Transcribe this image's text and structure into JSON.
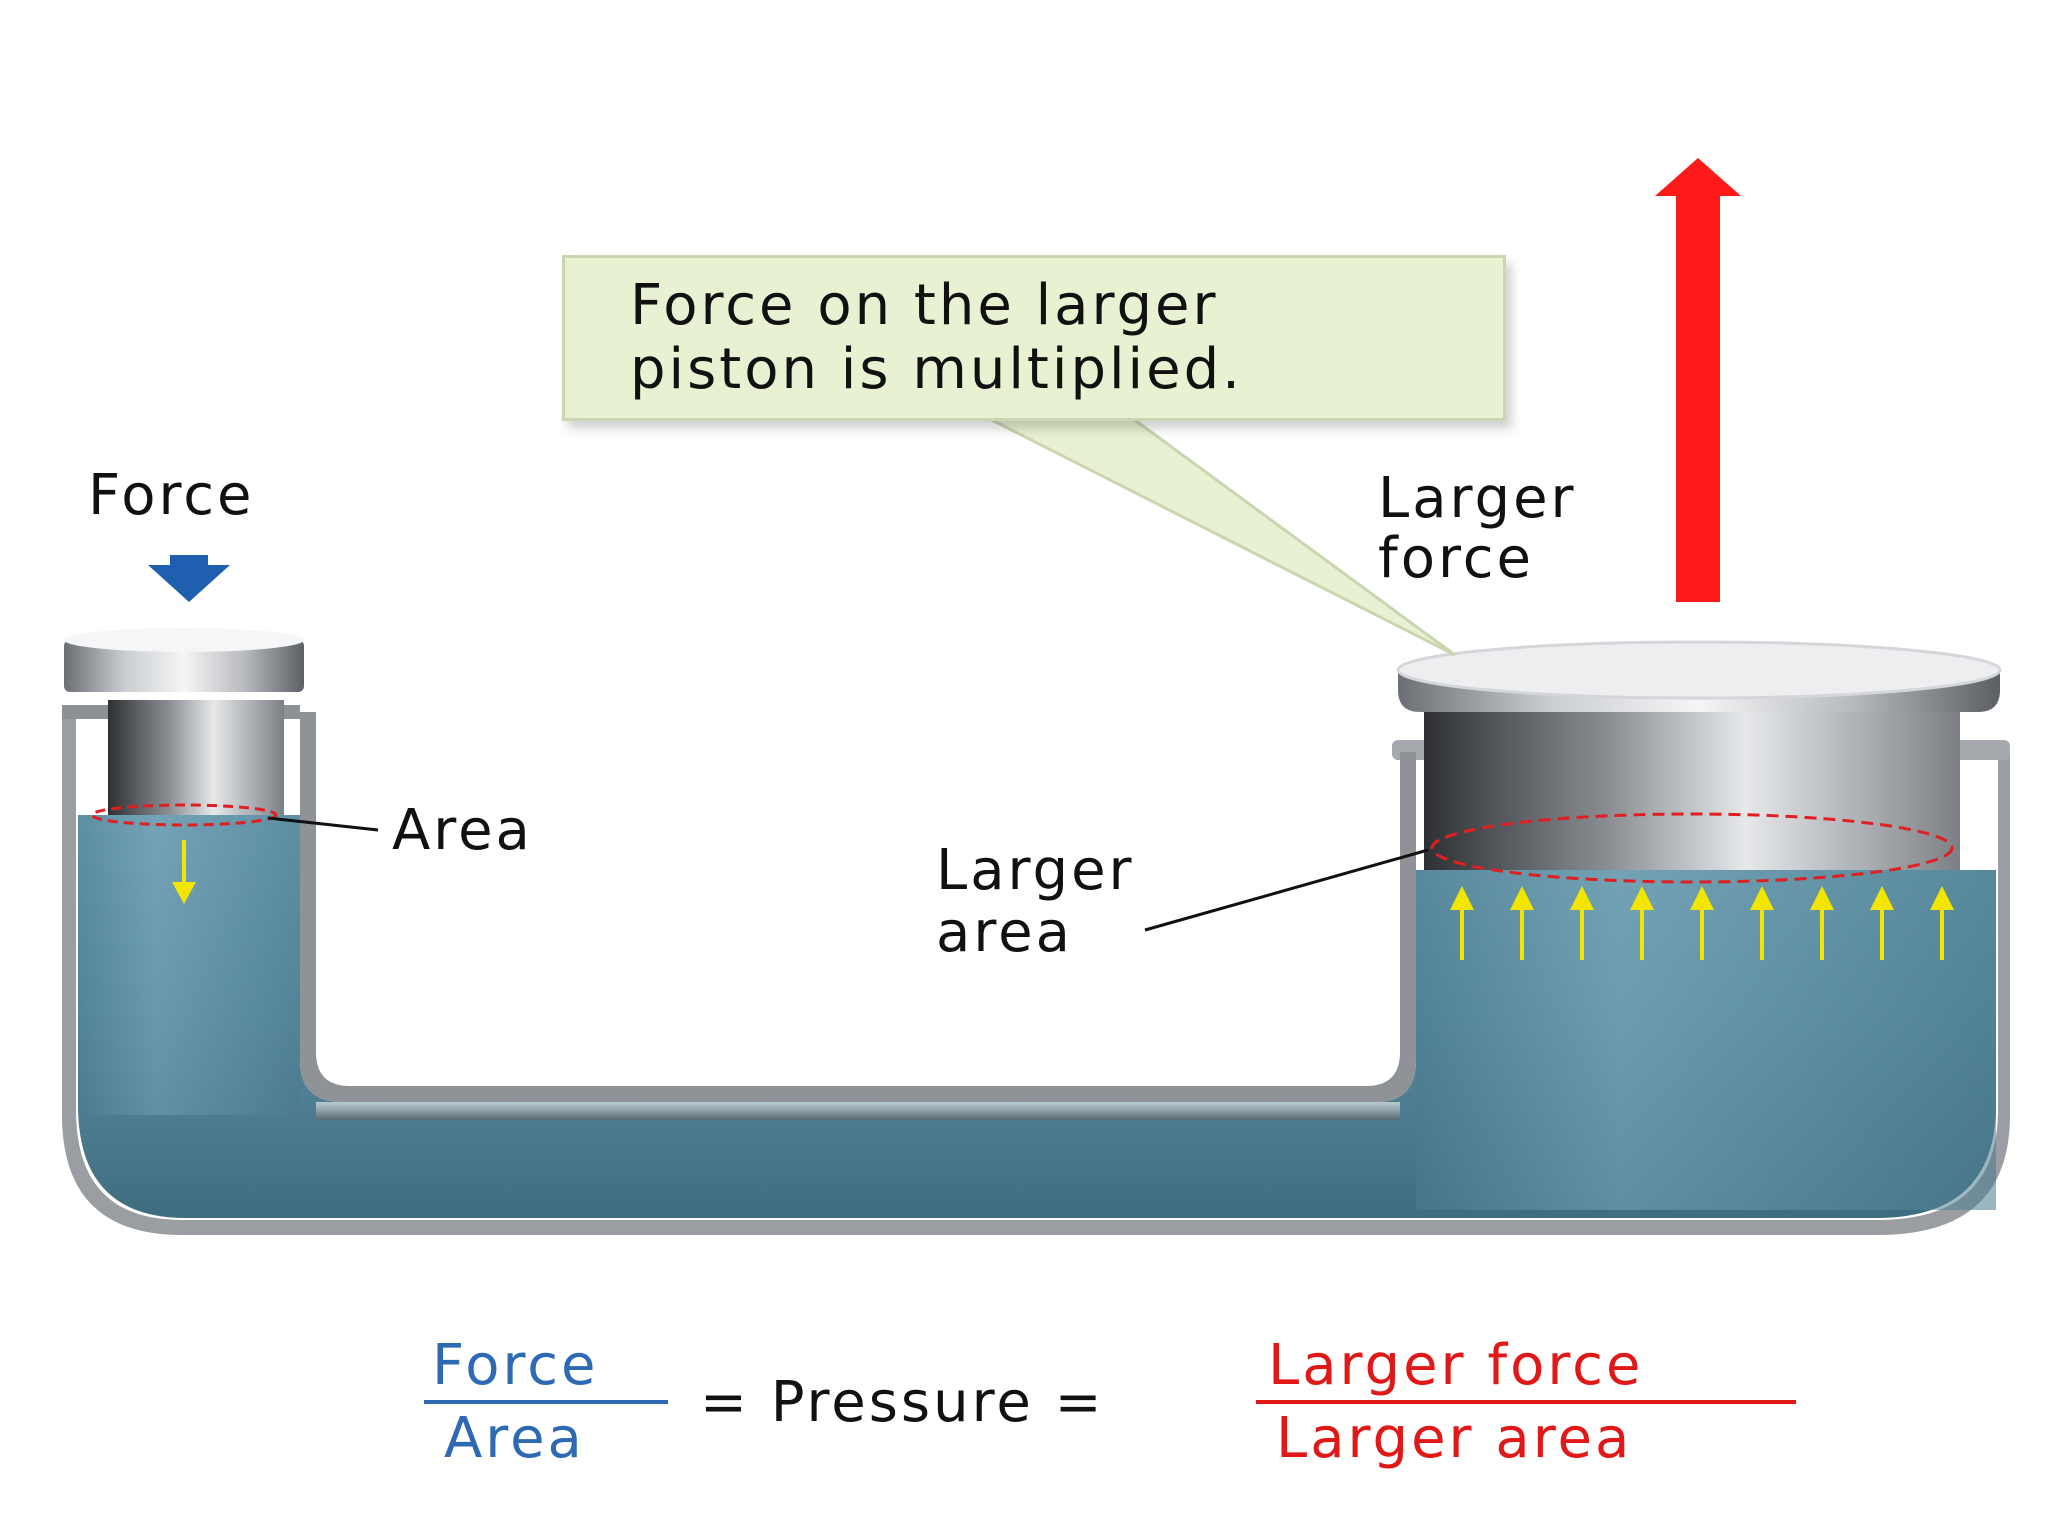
{
  "callout": {
    "line1": "Force on the larger",
    "line2": "piston is multiplied."
  },
  "labels": {
    "force": "Force",
    "area": "Area",
    "larger_force_1": "Larger",
    "larger_force_2": "force",
    "larger_area_1": "Larger",
    "larger_area_2": "area"
  },
  "equation": {
    "left_numerator": "Force",
    "left_denominator": "Area",
    "middle": "= Pressure =",
    "right_numerator": "Larger force",
    "right_denominator": "Larger area"
  },
  "colors": {
    "fluid": "#5b8ea3",
    "small_force_arrow": "#1f5fb0",
    "large_force_arrow": "#ff1a1a",
    "pressure_arrows": "#f2e600",
    "area_outline": "#e02020",
    "left_equation_text": "#2e6ab4",
    "right_equation_text": "#e01818",
    "callout_fill": "#e8f2d2"
  },
  "pressure_arrow_count": {
    "small_piston": 1,
    "large_piston": 9
  }
}
